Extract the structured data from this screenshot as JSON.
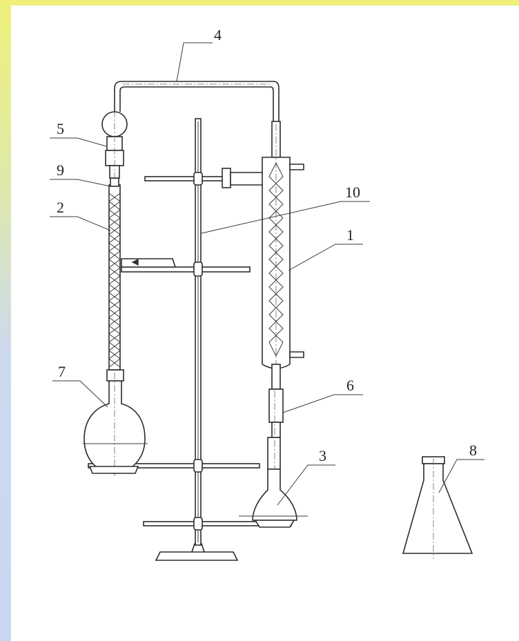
{
  "labels": [
    {
      "id": "1",
      "text": "1"
    },
    {
      "id": "2",
      "text": "2"
    },
    {
      "id": "3",
      "text": "3"
    },
    {
      "id": "4",
      "text": "4"
    },
    {
      "id": "5",
      "text": "5"
    },
    {
      "id": "6",
      "text": "6"
    },
    {
      "id": "7",
      "text": "7"
    },
    {
      "id": "8",
      "text": "8"
    },
    {
      "id": "9",
      "text": "9"
    },
    {
      "id": "10",
      "text": "10"
    }
  ],
  "colors": {
    "left_strip_top": "#eef07a",
    "left_strip_bottom": "#c9d6f2",
    "line": "#2b2b2b"
  }
}
